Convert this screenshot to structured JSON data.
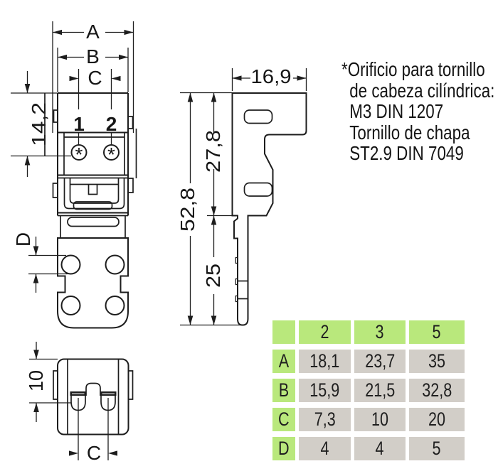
{
  "note": {
    "lines": [
      "*Orificio para tornillo",
      "de cabeza cilíndrica:",
      "M3 DIN 1207",
      "Tornillo de chapa",
      "ST2.9 DIN 7049"
    ]
  },
  "views": {
    "front": {
      "dim_a": "A",
      "dim_b": "B",
      "dim_c": "C",
      "dim_height": "14,2",
      "dim_hole_dia": "D",
      "pole_1": "1",
      "pole_2": "2",
      "screw_mark_1": "*",
      "screw_mark_2": "*"
    },
    "side": {
      "dim_width": "16,9",
      "dim_total": "52,8",
      "dim_upper": "27,8",
      "dim_lower": "25"
    },
    "bottom": {
      "dim_depth": "10",
      "dim_c": "C"
    }
  },
  "table": {
    "col_headers": [
      "2",
      "3",
      "5"
    ],
    "rows": [
      {
        "label": "A",
        "values": [
          "18,1",
          "23,7",
          "35"
        ]
      },
      {
        "label": "B",
        "values": [
          "15,9",
          "21,5",
          "32,8"
        ]
      },
      {
        "label": "C",
        "values": [
          "7,3",
          "10",
          "20"
        ]
      },
      {
        "label": "D",
        "values": [
          "4",
          "4",
          "5"
        ]
      }
    ]
  },
  "colors": {
    "header_green": "#b9e87c",
    "cell_gray": "#d2cec8",
    "line": "#1d1d1d"
  }
}
